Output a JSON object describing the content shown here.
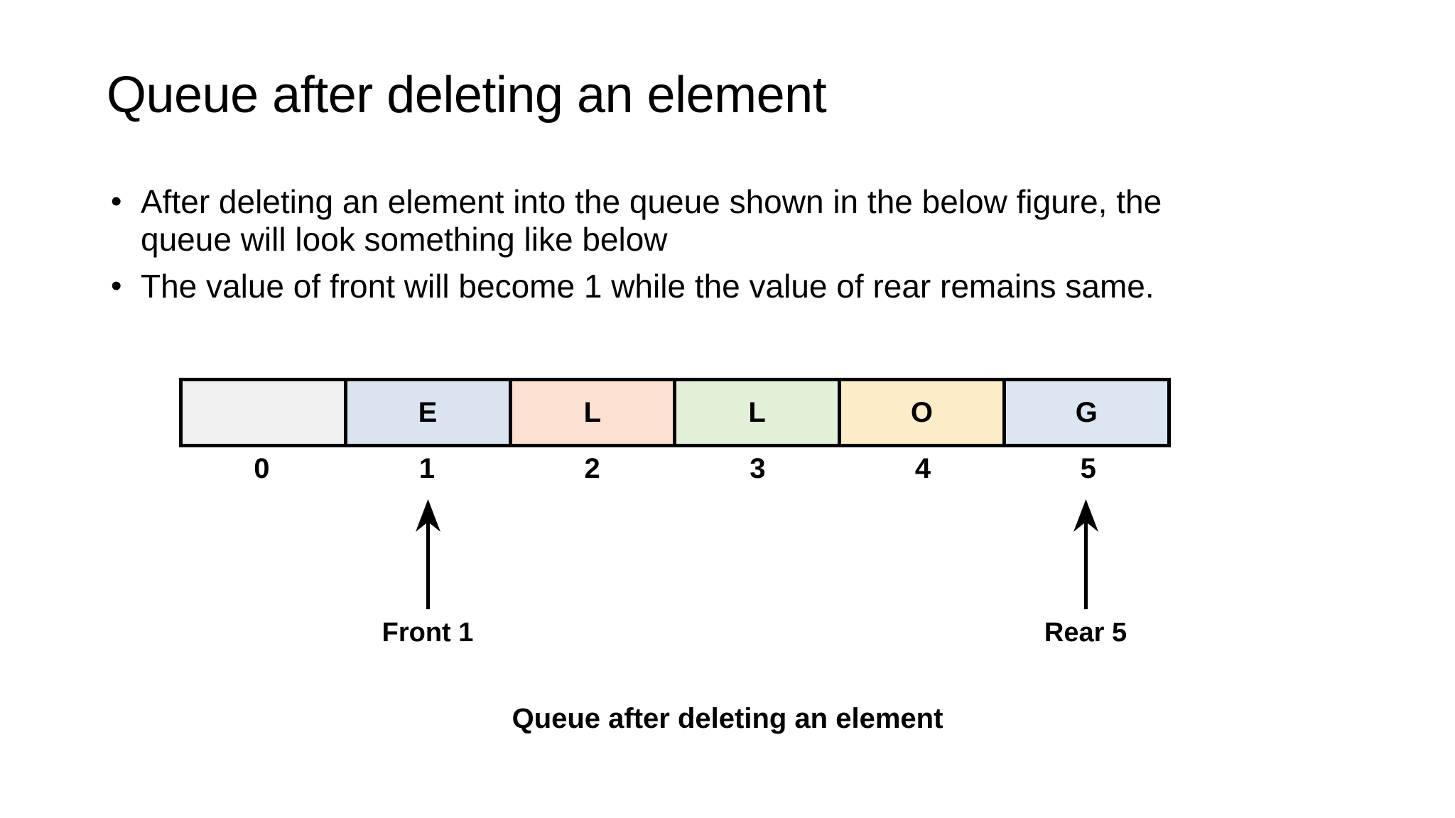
{
  "slide": {
    "title": "Queue after deleting an element",
    "bullet_marker": "•",
    "bullets": [
      {
        "lines": [
          "After deleting an element into the queue shown in the below figure, the",
          "queue will look something like below"
        ]
      },
      {
        "lines": [
          "The value of front will become 1 while the value of rear remains same."
        ]
      }
    ],
    "caption": "Queue after deleting an element"
  },
  "queue": {
    "cells": [
      {
        "index": "0",
        "value": "",
        "color": "#f0f0f0"
      },
      {
        "index": "1",
        "value": "E",
        "color": "#dae3f0"
      },
      {
        "index": "2",
        "value": "L",
        "color": "#fbe0d0"
      },
      {
        "index": "3",
        "value": "L",
        "color": "#e2efd9"
      },
      {
        "index": "4",
        "value": "O",
        "color": "#fdecc8"
      },
      {
        "index": "5",
        "value": "G",
        "color": "#dce6f3"
      }
    ],
    "border_color": "#000000",
    "pointers": [
      {
        "name": "front",
        "label": "Front 1",
        "index": "1"
      },
      {
        "name": "rear",
        "label": "Rear 5",
        "index": "5"
      }
    ]
  }
}
